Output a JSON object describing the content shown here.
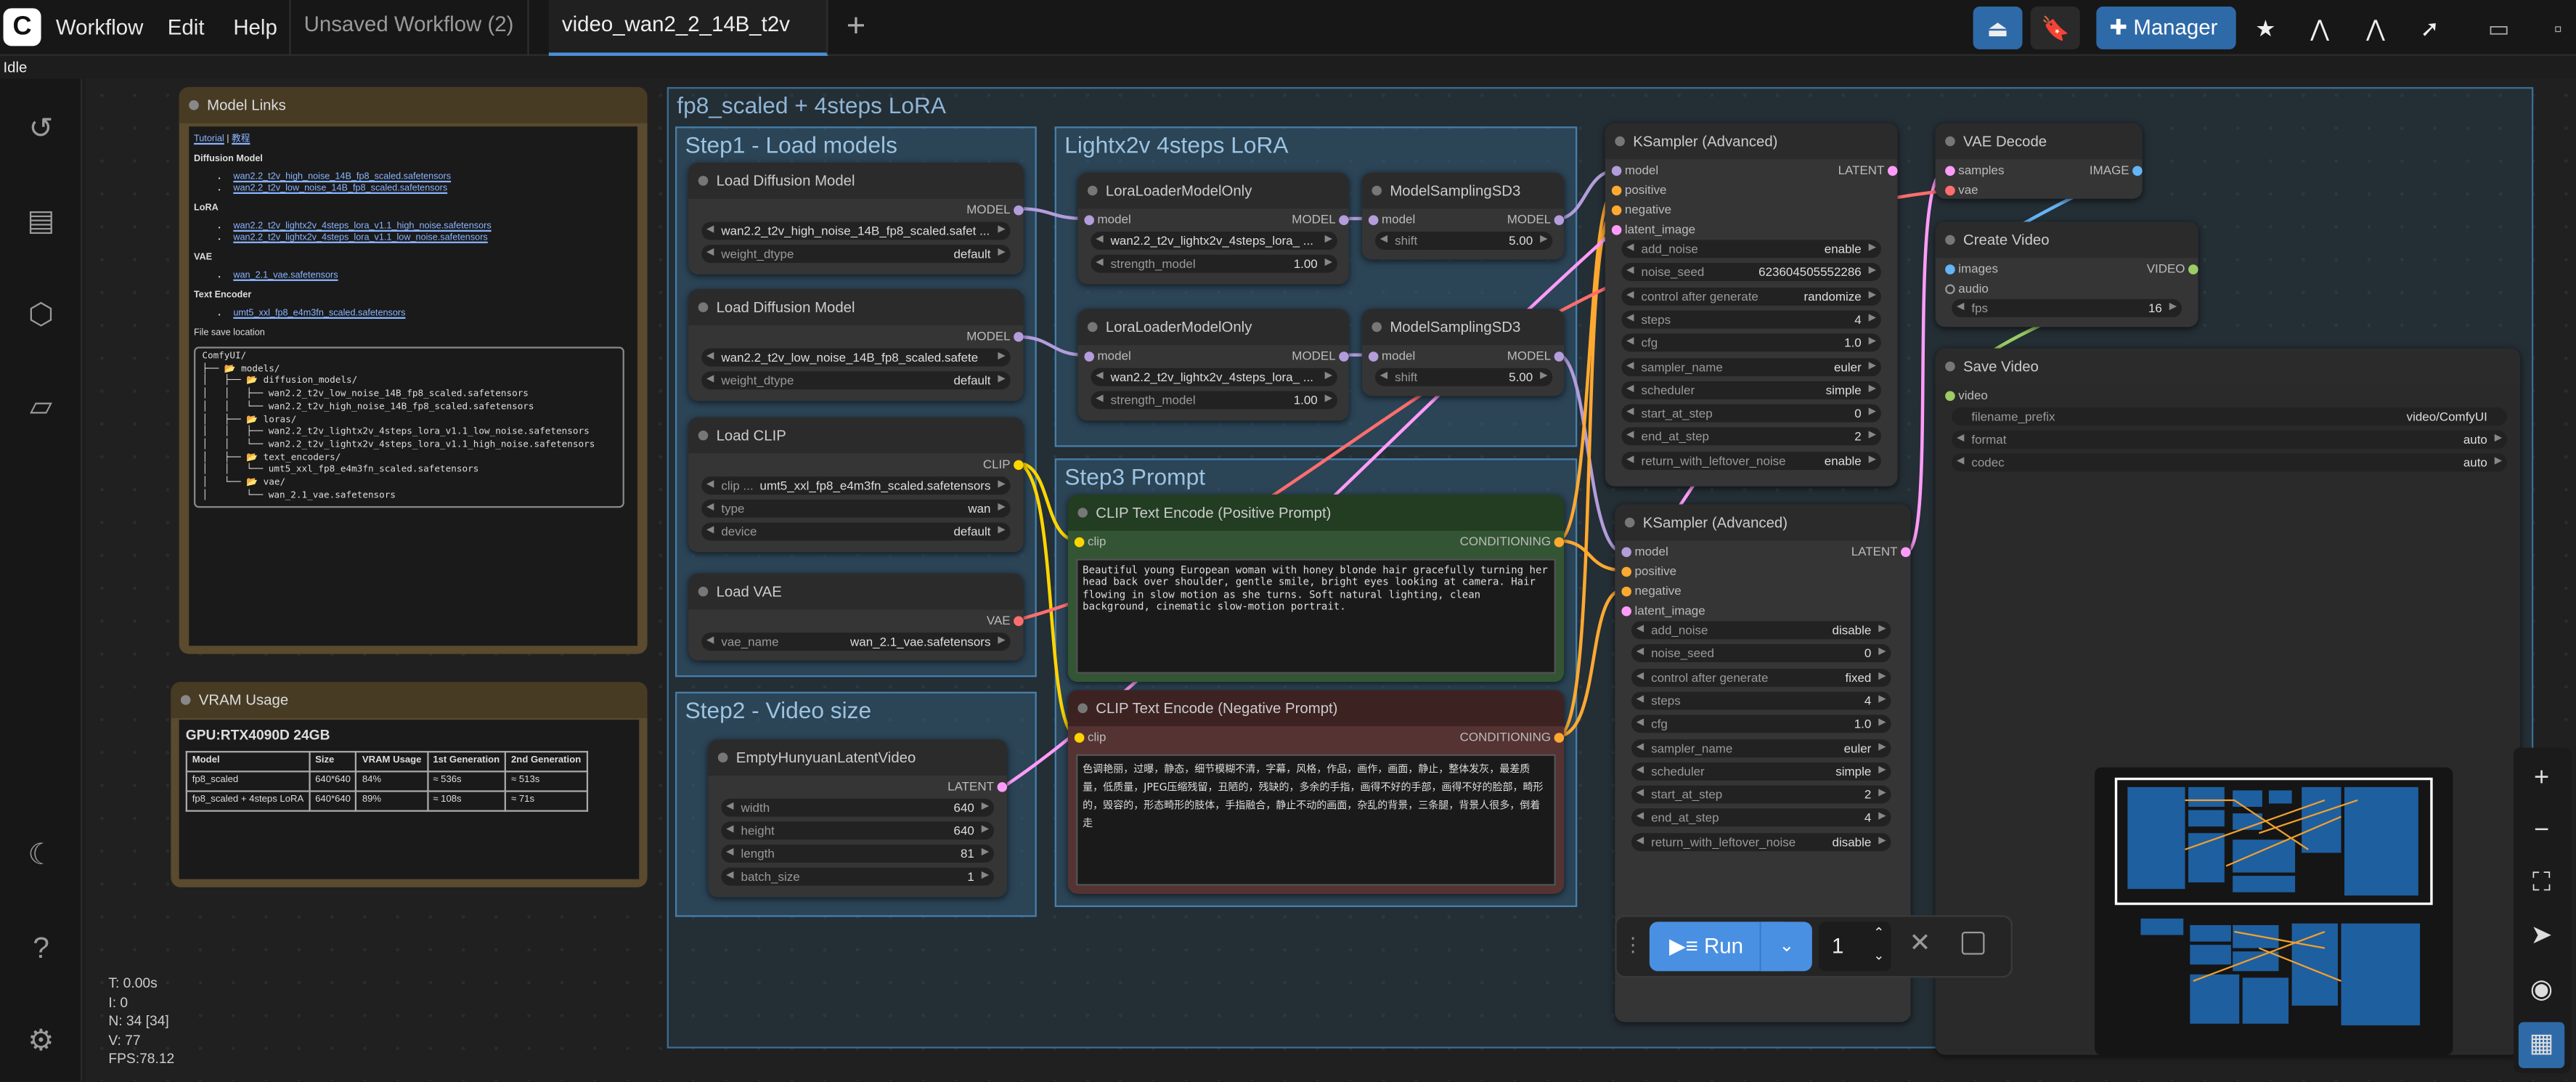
{
  "menubar": {
    "logo": "C",
    "workflow": "Workflow",
    "edit": "Edit",
    "help": "Help"
  },
  "tabs": [
    {
      "label": "Unsaved Workflow (2)"
    },
    {
      "label": "video_wan2_2_14B_t2v"
    }
  ],
  "add_tab": "+",
  "manager_label": "Manager",
  "status": "Idle",
  "canvas_stats": {
    "t": "T: 0.00s",
    "i": "I: 0",
    "n": "N: 34 [34]",
    "v": "V: 77",
    "fps": "FPS:78.12"
  },
  "groups": {
    "main": "fp8_scaled +  4steps LoRA",
    "step1": "Step1 - Load models",
    "lora": "Lightx2v 4steps LoRA",
    "step3": "Step3 Prompt",
    "step2": "Step2 - Video size"
  },
  "model_links": {
    "title": "Model Links",
    "tutorial": "Tutorial",
    "sep": " | ",
    "tutorial_cn": "教程",
    "h_diffusion": "Diffusion Model",
    "diffusion": [
      "wan2.2_t2v_high_noise_14B_fp8_scaled.safetensors",
      "wan2.2_t2v_low_noise_14B_fp8_scaled.safetensors"
    ],
    "h_lora": "LoRA",
    "lora": [
      "wan2.2_t2v_lightx2v_4steps_lora_v1.1_high_noise.safetensors",
      "wan2.2_t2v_lightx2v_4steps_lora_v1.1_low_noise.safetensors"
    ],
    "h_vae": "VAE",
    "vae": [
      "wan_2.1_vae.safetensors"
    ],
    "h_te": "Text Encoder",
    "te": [
      "umt5_xxl_fp8_e4m3fn_scaled.safetensors"
    ],
    "h_save": "File save location",
    "tree": "ComfyUI/\n├── 📂 models/\n│   ├── 📂 diffusion_models/\n│   │   ├── wan2.2_t2v_low_noise_14B_fp8_scaled.safetensors\n│   │   └── wan2.2_t2v_high_noise_14B_fp8_scaled.safetensors\n│   ├── 📂 loras/\n│   │   ├── wan2.2_t2v_lightx2v_4steps_lora_v1.1_low_noise.safetensors\n│   │   └── wan2.2_t2v_lightx2v_4steps_lora_v1.1_high_noise.safetensors\n│   ├── 📂 text_encoders/\n│   │   └── umt5_xxl_fp8_e4m3fn_scaled.safetensors\n│   └── 📂 vae/\n│       └── wan_2.1_vae.safetensors"
  },
  "vram": {
    "title": "VRAM Usage",
    "gpu": "GPU:RTX4090D 24GB",
    "headers": [
      "Model",
      "Size",
      "VRAM Usage",
      "1st Generation",
      "2nd Generation"
    ],
    "rows": [
      [
        "fp8_scaled",
        "640*640",
        "84%",
        "≈ 536s",
        "≈ 513s"
      ],
      [
        "fp8_scaled + 4steps LoRA",
        "640*640",
        "89%",
        "≈ 108s",
        "≈ 71s"
      ]
    ]
  },
  "nodes": {
    "ldm1": {
      "title": "Load Diffusion Model",
      "out": "MODEL",
      "w1": "wan2.2_t2v_high_noise_14B_fp8_scaled.safet ...",
      "w2l": "weight_dtype",
      "w2v": "default"
    },
    "ldm2": {
      "title": "Load Diffusion Model",
      "out": "MODEL",
      "w1": "wan2.2_t2v_low_noise_14B_fp8_scaled.safete ...",
      "w2l": "weight_dtype",
      "w2v": "default"
    },
    "clip": {
      "title": "Load CLIP",
      "out": "CLIP",
      "w1l": "clip ...",
      "w1v": "umt5_xxl_fp8_e4m3fn_scaled.safetensors",
      "w2l": "type",
      "w2v": "wan",
      "w3l": "device",
      "w3v": "default"
    },
    "vae": {
      "title": "Load VAE",
      "out": "VAE",
      "wl": "vae_name",
      "wv": "wan_2.1_vae.safetensors"
    },
    "lora1": {
      "title": "LoraLoaderModelOnly",
      "in": "model",
      "out": "MODEL",
      "w1": "wan2.2_t2v_lightx2v_4steps_lora_ ...",
      "w2l": "strength_model",
      "w2v": "1.00"
    },
    "lora2": {
      "title": "LoraLoaderModelOnly",
      "in": "model",
      "out": "MODEL",
      "w1": "wan2.2_t2v_lightx2v_4steps_lora_ ...",
      "w2l": "strength_model",
      "w2v": "1.00"
    },
    "msd1": {
      "title": "ModelSamplingSD3",
      "in": "model",
      "out": "MODEL",
      "wl": "shift",
      "wv": "5.00"
    },
    "msd2": {
      "title": "ModelSamplingSD3",
      "in": "model",
      "out": "MODEL",
      "wl": "shift",
      "wv": "5.00"
    },
    "pos": {
      "title": "CLIP Text Encode (Positive Prompt)",
      "in": "clip",
      "out": "CONDITIONING",
      "text": "Beautiful young European woman with honey blonde hair gracefully turning her head back over shoulder, gentle smile, bright eyes looking at camera. Hair flowing in slow motion as she turns. Soft natural lighting, clean background, cinematic slow-motion portrait."
    },
    "neg": {
      "title": "CLIP Text Encode (Negative Prompt)",
      "in": "clip",
      "out": "CONDITIONING",
      "text": "色调艳丽，过曝，静态，细节模糊不清，字幕，风格，作品，画作，画面，静止，整体发灰，最差质量，低质量，JPEG压缩残留，丑陋的，残缺的，多余的手指，画得不好的手部，画得不好的脸部，畸形的，毁容的，形态畸形的肢体，手指融合，静止不动的画面，杂乱的背景，三条腿，背景人很多，倒着走"
    },
    "latent": {
      "title": "EmptyHunyuanLatentVideo",
      "out": "LATENT",
      "w": [
        [
          "width",
          "640"
        ],
        [
          "height",
          "640"
        ],
        [
          "length",
          "81"
        ],
        [
          "batch_size",
          "1"
        ]
      ]
    },
    "ks1": {
      "title": "KSampler (Advanced)",
      "ins": [
        "model",
        "positive",
        "negative",
        "latent_image"
      ],
      "out": "LATENT",
      "w": [
        [
          "add_noise",
          "enable"
        ],
        [
          "noise_seed",
          "623604505552286"
        ],
        [
          "control after generate",
          "randomize"
        ],
        [
          "steps",
          "4"
        ],
        [
          "cfg",
          "1.0"
        ],
        [
          "sampler_name",
          "euler"
        ],
        [
          "scheduler",
          "simple"
        ],
        [
          "start_at_step",
          "0"
        ],
        [
          "end_at_step",
          "2"
        ],
        [
          "return_with_leftover_noise",
          "enable"
        ]
      ]
    },
    "ks2": {
      "title": "KSampler (Advanced)",
      "ins": [
        "model",
        "positive",
        "negative",
        "latent_image"
      ],
      "out": "LATENT",
      "w": [
        [
          "add_noise",
          "disable"
        ],
        [
          "noise_seed",
          "0"
        ],
        [
          "control after generate",
          "fixed"
        ],
        [
          "steps",
          "4"
        ],
        [
          "cfg",
          "1.0"
        ],
        [
          "sampler_name",
          "euler"
        ],
        [
          "scheduler",
          "simple"
        ],
        [
          "start_at_step",
          "2"
        ],
        [
          "end_at_step",
          "4"
        ],
        [
          "return_with_leftover_noise",
          "disable"
        ]
      ]
    },
    "vaed": {
      "title": "VAE Decode",
      "in1": "samples",
      "in2": "vae",
      "out": "IMAGE"
    },
    "cvid": {
      "title": "Create Video",
      "in1": "images",
      "in2": "audio",
      "out": "VIDEO",
      "wl": "fps",
      "wv": "16"
    },
    "save": {
      "title": "Save Video",
      "in": "video",
      "w": [
        [
          "filename_prefix",
          "video/ComfyUI"
        ],
        [
          "format",
          "auto"
        ],
        [
          "codec",
          "auto"
        ]
      ]
    }
  },
  "run": {
    "label": "Run",
    "count": "1"
  },
  "colors": {
    "accent": "#3b78c4",
    "group_blue": "#3a6e96",
    "note_gold": "#8a7340",
    "pos_green": "#335533",
    "neg_red": "#553333"
  }
}
